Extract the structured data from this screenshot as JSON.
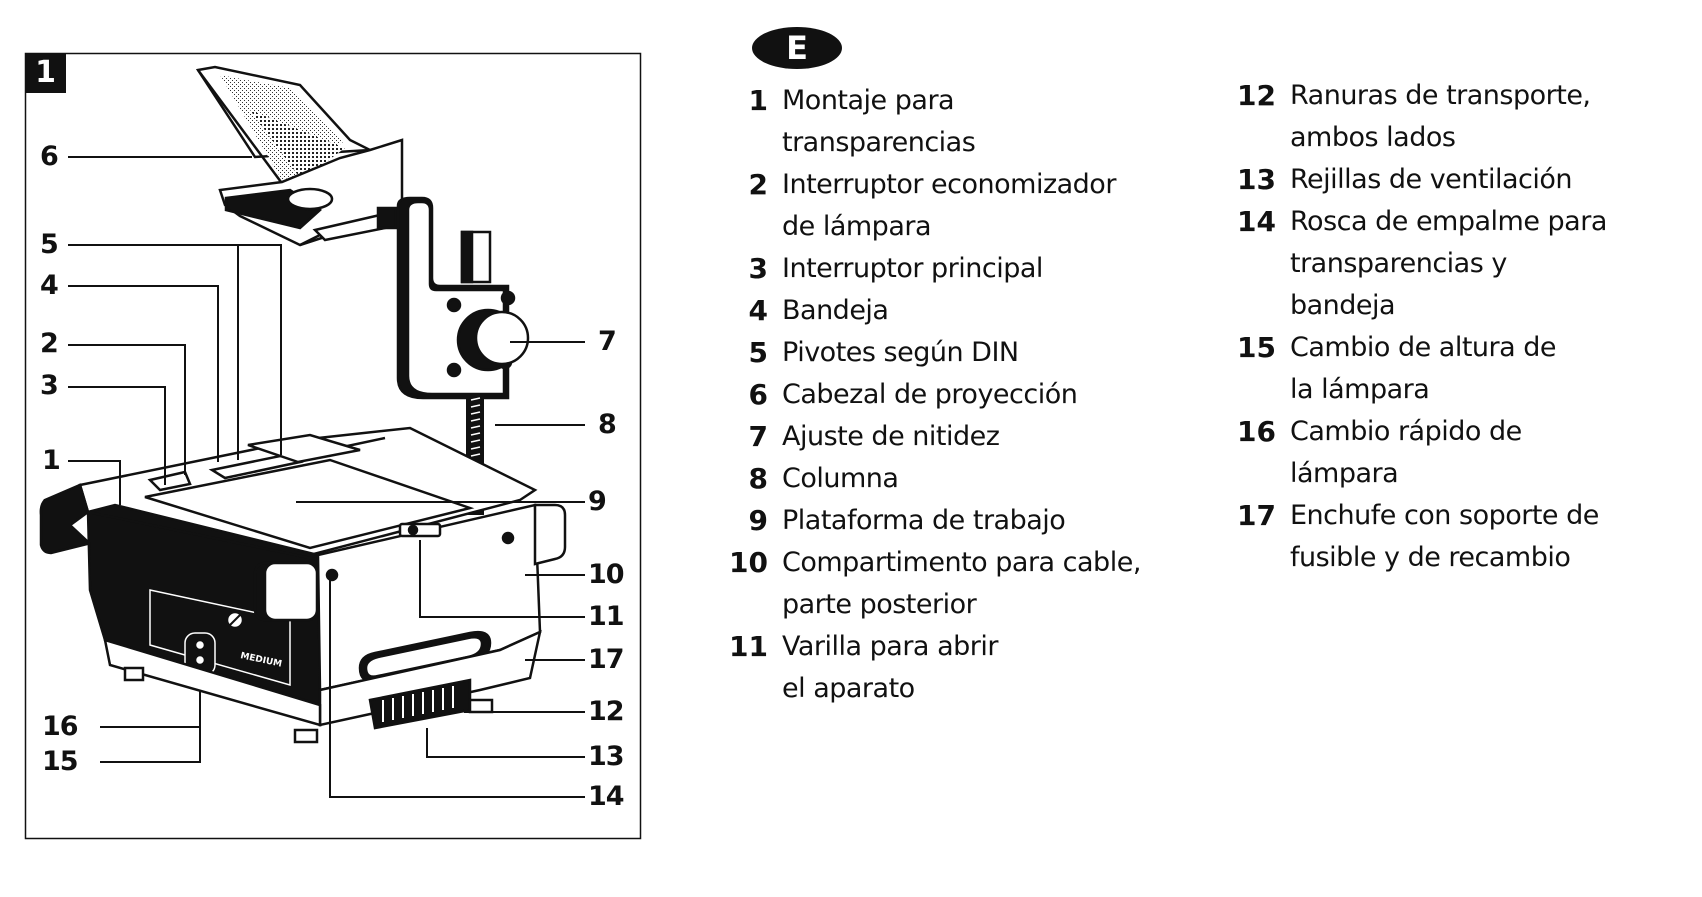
{
  "figure": {
    "badge": "1",
    "subject": "overhead projector",
    "callouts": [
      {
        "n": "6"
      },
      {
        "n": "5"
      },
      {
        "n": "4"
      },
      {
        "n": "2"
      },
      {
        "n": "3"
      },
      {
        "n": "1"
      },
      {
        "n": "16"
      },
      {
        "n": "15"
      },
      {
        "n": "7"
      },
      {
        "n": "8"
      },
      {
        "n": "9"
      },
      {
        "n": "10"
      },
      {
        "n": "11"
      },
      {
        "n": "17"
      },
      {
        "n": "12"
      },
      {
        "n": "13"
      },
      {
        "n": "14"
      }
    ],
    "device_text": "MEDIUM"
  },
  "legend": {
    "language_badge": "E",
    "left_column": [
      {
        "n": "1",
        "lines": [
          "Montaje para",
          "transparencias"
        ]
      },
      {
        "n": "2",
        "lines": [
          "Interruptor economizador",
          "de lámpara"
        ]
      },
      {
        "n": "3",
        "lines": [
          "Interruptor principal"
        ]
      },
      {
        "n": "4",
        "lines": [
          "Bandeja"
        ]
      },
      {
        "n": "5",
        "lines": [
          "Pivotes según DIN"
        ]
      },
      {
        "n": "6",
        "lines": [
          "Cabezal de proyección"
        ]
      },
      {
        "n": "7",
        "lines": [
          "Ajuste de nitidez"
        ]
      },
      {
        "n": "8",
        "lines": [
          "Columna"
        ]
      },
      {
        "n": "9",
        "lines": [
          "Plataforma de trabajo"
        ]
      },
      {
        "n": "10",
        "lines": [
          "Compartimento para cable,",
          "parte posterior"
        ]
      },
      {
        "n": "11",
        "lines": [
          "Varilla para abrir",
          "el aparato"
        ]
      }
    ],
    "right_column": [
      {
        "n": "12",
        "lines": [
          "Ranuras de transporte,",
          "ambos lados"
        ]
      },
      {
        "n": "13",
        "lines": [
          "Rejillas de ventilación"
        ]
      },
      {
        "n": "14",
        "lines": [
          "Rosca de empalme para",
          "transparencias y",
          "bandeja"
        ]
      },
      {
        "n": "15",
        "lines": [
          "Cambio de altura de",
          "la lámpara"
        ]
      },
      {
        "n": "16",
        "lines": [
          "Cambio rápido de",
          "lámpara"
        ]
      },
      {
        "n": "17",
        "lines": [
          "Enchufe con soporte de",
          "fusible y de recambio"
        ]
      }
    ]
  }
}
